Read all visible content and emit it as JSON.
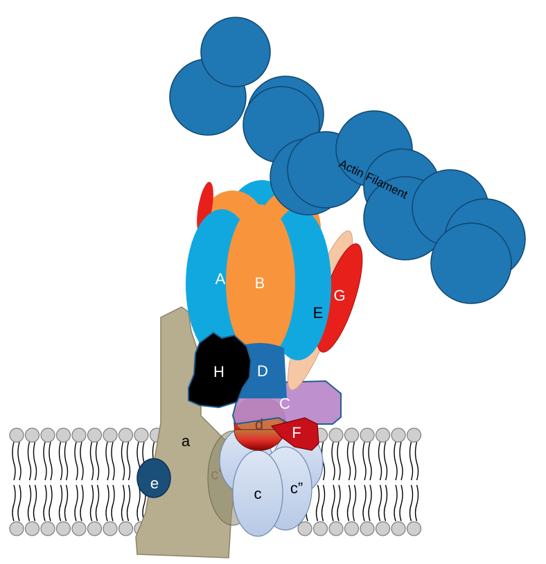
{
  "diagram": {
    "labels": {
      "actin": "Actin Filament",
      "A": "A",
      "B": "B",
      "E": "E",
      "G": "G",
      "H": "H",
      "D": "D",
      "C": "C",
      "d": "d",
      "F": "F",
      "a": "a",
      "e": "e",
      "c_prime": "c'",
      "c": "c",
      "c_double_prime": "c”"
    },
    "colors": {
      "actin": "#1f77b4",
      "subunit_A": "#11a8e0",
      "subunit_B": "#f7943c",
      "subunit_E": "#f6c7a4",
      "subunit_G": "#e8201c",
      "subunit_H": "#000000",
      "subunit_D": "#1f6fb0",
      "subunit_C": "#b784c8",
      "subunit_d": "#e23a2a",
      "subunit_F": "#c8101a",
      "subunit_a": "#b7ad8f",
      "subunit_e": "#1a4f7a",
      "c_ring": "#c8d8ee",
      "lipid_head": "#cfcfcf"
    }
  }
}
